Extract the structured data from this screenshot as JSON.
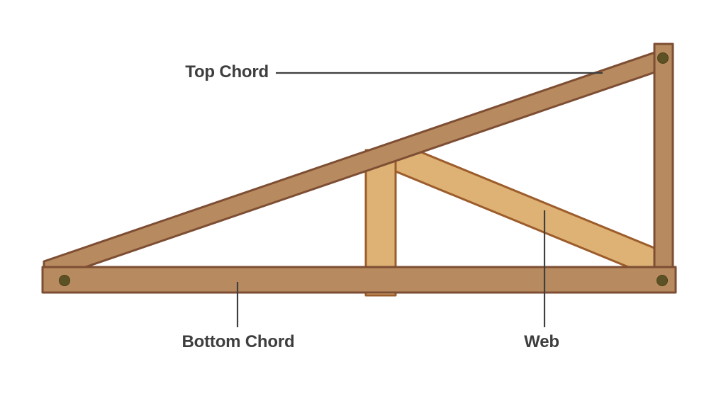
{
  "labels": {
    "top_chord": "Top Chord",
    "bottom_chord": "Bottom Chord",
    "web": "Web"
  },
  "colors": {
    "background": "#ffffff",
    "chord-fill": "#b78b5f",
    "chord-stroke": "#7d4e33",
    "web-fill": "#ddb274",
    "web-stroke": "#9c5c2b",
    "bolt-fill": "#5d5126",
    "bolt-stroke": "#4a4019",
    "label-text": "#3e3e3e",
    "leader-line": "#3f3f3f"
  }
}
